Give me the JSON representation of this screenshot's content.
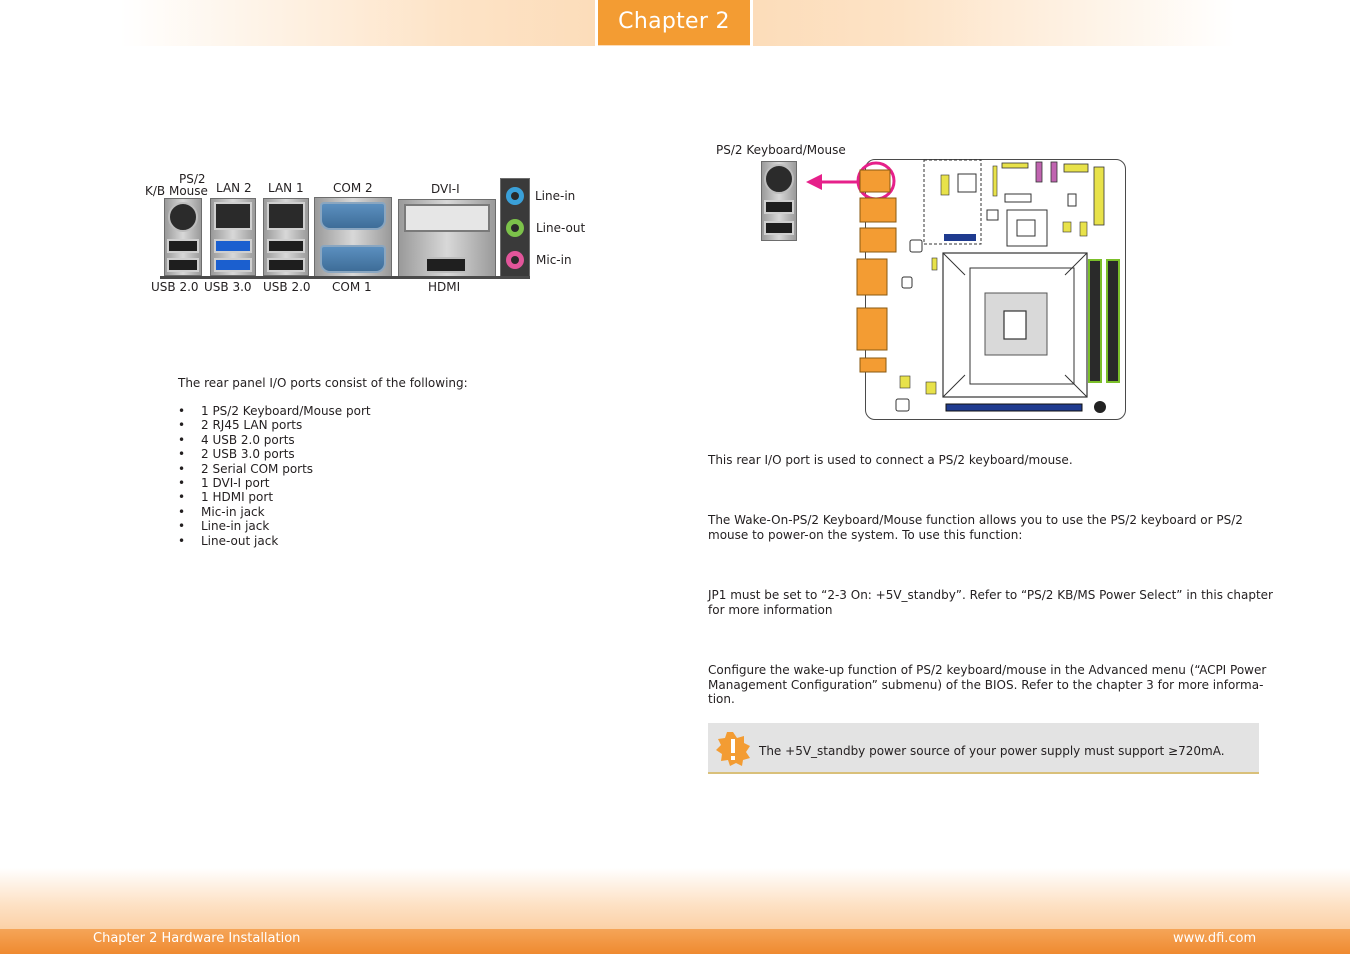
{
  "header": {
    "chapter_tab": "Chapter 2"
  },
  "rear_panel": {
    "labels": {
      "ps2_top": "PS/2",
      "ps2_bottom": "K/B Mouse",
      "lan2": "LAN 2",
      "lan1": "LAN 1",
      "com2": "COM 2",
      "dvi": "DVI-I",
      "line_in": "Line-in",
      "line_out": "Line-out",
      "mic_in": "Mic-in",
      "usb20_left": "USB 2.0",
      "usb30": "USB 3.0",
      "usb20_right": "USB 2.0",
      "com1": "COM 1",
      "hdmi": "HDMI"
    },
    "intro": "The rear panel I/O ports consist of the following:",
    "items": [
      "1 PS/2 Keyboard/Mouse port",
      "2 RJ45 LAN ports",
      "4 USB 2.0 ports",
      "2 USB 3.0 ports",
      "2 Serial COM ports",
      "1 DVI-I port",
      "1 HDMI port",
      "Mic-in jack",
      "Line-in jack",
      "Line-out jack"
    ],
    "colors": {
      "usb3": "#1b5fcf",
      "com": "#4a7fb0",
      "line_in": "#3aa0d8",
      "line_out": "#7cc24a",
      "mic_in": "#e2559a"
    }
  },
  "ps2_section": {
    "diagram_label": "PS/2 Keyboard/Mouse",
    "para1": "This rear I/O port is used to connect a PS/2 keyboard/mouse.",
    "para2_line1": "The Wake-On-PS/2 Keyboard/Mouse function allows you to use the PS/2 keyboard or PS/2",
    "para2_line2": "mouse to power-on the system. To use this function:",
    "para3_line1": "JP1 must be set to “2-3 On: +5V_standby”. Refer to “PS/2 KB/MS Power Select” in this chapter",
    "para3_line2": "for more information",
    "para4_line1": "Configure the wake-up function of PS/2 keyboard/mouse in the Advanced menu (“ACPI Power",
    "para4_line2": "Management Configuration” submenu) of the BIOS. Refer to the chapter 3 for more informa-",
    "para4_line3": "tion.",
    "note": "The +5V_standby power source of your power supply must support ≥720mA.",
    "colors": {
      "highlight": "#e6208a",
      "port_orange": "#f39c33"
    }
  },
  "footer": {
    "left": "Chapter 2 Hardware Installation",
    "right": "www.dfi.com"
  }
}
